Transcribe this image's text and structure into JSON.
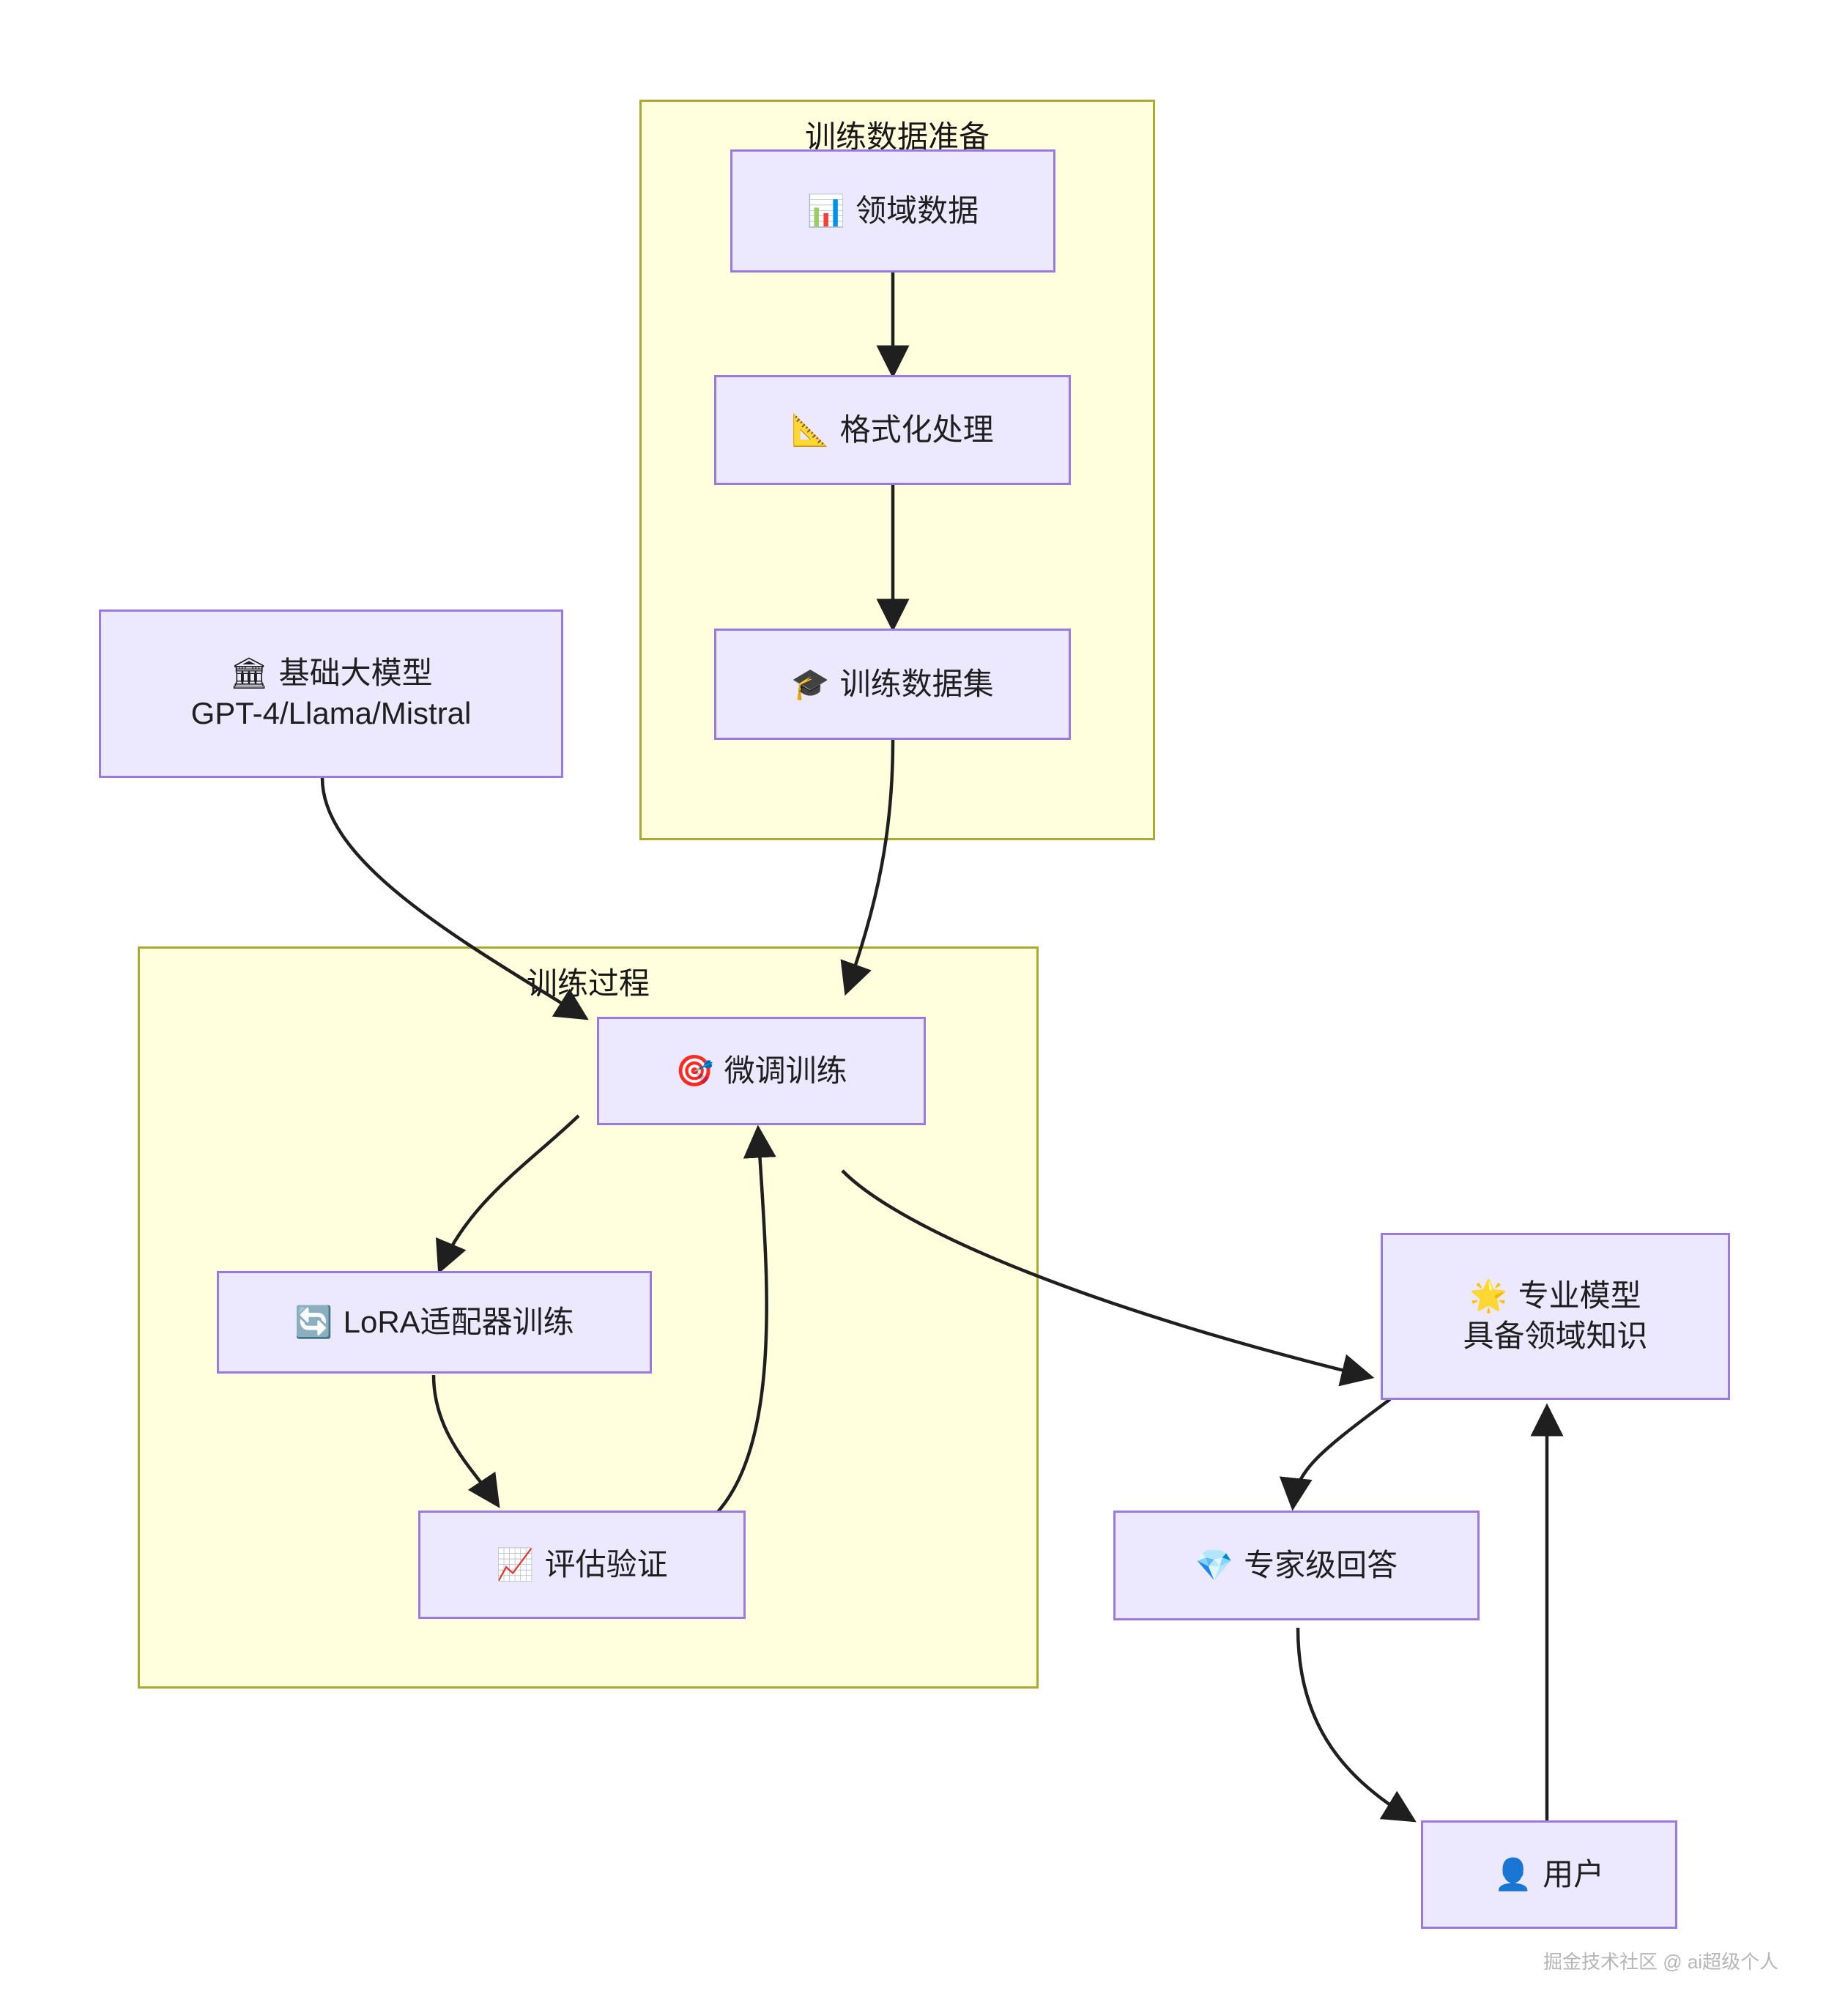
{
  "diagram": {
    "title": "",
    "type": "flowchart",
    "background_color": "#ffffff",
    "node_fill": "#ece8fd",
    "node_border": "#9a7ae0",
    "cluster_fill": "#ffffde",
    "cluster_border": "#aaaa33",
    "edge_color": "#1f1f1f"
  },
  "clusters": [
    {
      "id": "data_prep",
      "label": "训练数据准备"
    },
    {
      "id": "training",
      "label": "训练过程"
    }
  ],
  "nodes": [
    {
      "id": "domain_data",
      "icon": "bar-chart-icon",
      "icon_glyph": "📊",
      "lines": [
        "领域数据"
      ]
    },
    {
      "id": "formatting",
      "icon": "triangular-ruler-icon",
      "icon_glyph": "📐",
      "lines": [
        "格式化处理"
      ]
    },
    {
      "id": "training_dataset",
      "icon": "graduation-cap-icon",
      "icon_glyph": "🎓",
      "lines": [
        "训练数据集"
      ]
    },
    {
      "id": "base_model",
      "icon": "classical-building-icon",
      "icon_glyph": "🏛",
      "lines": [
        "基础大模型",
        "GPT-4/Llama/Mistral"
      ]
    },
    {
      "id": "finetune",
      "icon": "direct-hit-icon",
      "icon_glyph": "🎯",
      "lines": [
        "微调训练"
      ]
    },
    {
      "id": "lora",
      "icon": "counterclockwise-arrows-icon",
      "icon_glyph": "🔄",
      "lines": [
        "LoRA适配器训练"
      ]
    },
    {
      "id": "evaluation",
      "icon": "chart-increasing-icon",
      "icon_glyph": "📈",
      "lines": [
        "评估验证"
      ]
    },
    {
      "id": "expert_model",
      "icon": "glowing-star-icon",
      "icon_glyph": "🌟",
      "lines": [
        "专业模型",
        "具备领域知识"
      ]
    },
    {
      "id": "expert_answer",
      "icon": "gem-stone-icon",
      "icon_glyph": "💎",
      "lines": [
        "专家级回答"
      ]
    },
    {
      "id": "user",
      "icon": "bust-in-silhouette-icon",
      "icon_glyph": "👤",
      "lines": [
        "用户"
      ]
    }
  ],
  "edges": [
    {
      "from": "domain_data",
      "to": "formatting",
      "label": ""
    },
    {
      "from": "formatting",
      "to": "training_dataset",
      "label": ""
    },
    {
      "from": "training_dataset",
      "to": "finetune",
      "label": ""
    },
    {
      "from": "base_model",
      "to": "finetune",
      "label": ""
    },
    {
      "from": "finetune",
      "to": "lora",
      "label": ""
    },
    {
      "from": "lora",
      "to": "evaluation",
      "label": ""
    },
    {
      "from": "evaluation",
      "to": "finetune",
      "label": ""
    },
    {
      "from": "finetune",
      "to": "expert_model",
      "label": ""
    },
    {
      "from": "expert_model",
      "to": "expert_answer",
      "label": ""
    },
    {
      "from": "expert_answer",
      "to": "user",
      "label": ""
    },
    {
      "from": "user",
      "to": "expert_model",
      "label": ""
    }
  ],
  "watermark": {
    "text": "掘金技术社区 @ ai超级个人"
  }
}
